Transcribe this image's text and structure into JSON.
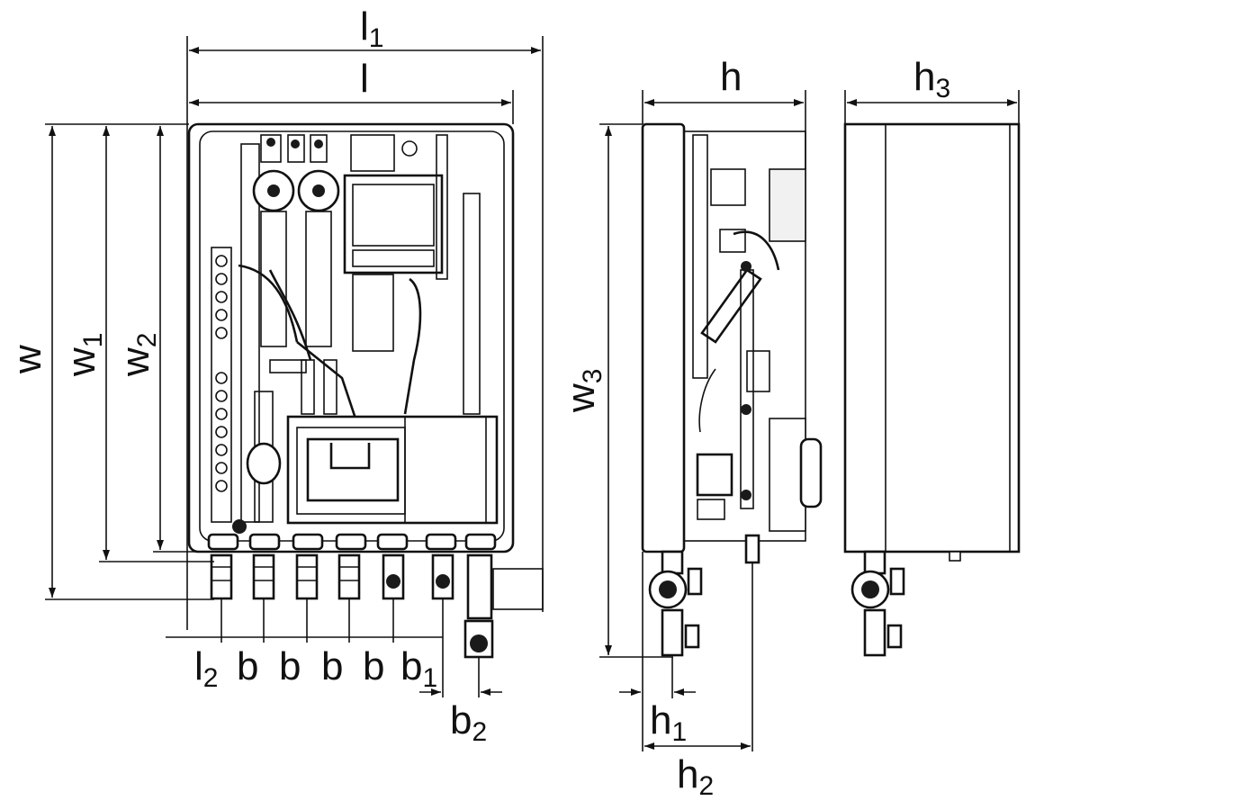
{
  "dimensions": {
    "l1": {
      "base": "l",
      "sub": "1"
    },
    "l": {
      "base": "l",
      "sub": ""
    },
    "w": {
      "base": "w",
      "sub": ""
    },
    "w1": {
      "base": "w",
      "sub": "1"
    },
    "w2": {
      "base": "w",
      "sub": "2"
    },
    "w3": {
      "base": "w",
      "sub": "3"
    },
    "h": {
      "base": "h",
      "sub": ""
    },
    "h1": {
      "base": "h",
      "sub": "1"
    },
    "h2": {
      "base": "h",
      "sub": "2"
    },
    "h3": {
      "base": "h",
      "sub": "3"
    },
    "l2": {
      "base": "l",
      "sub": "2"
    },
    "b": {
      "base": "b",
      "sub": ""
    },
    "b1": {
      "base": "b",
      "sub": "1"
    },
    "b2": {
      "base": "b",
      "sub": "2"
    }
  }
}
